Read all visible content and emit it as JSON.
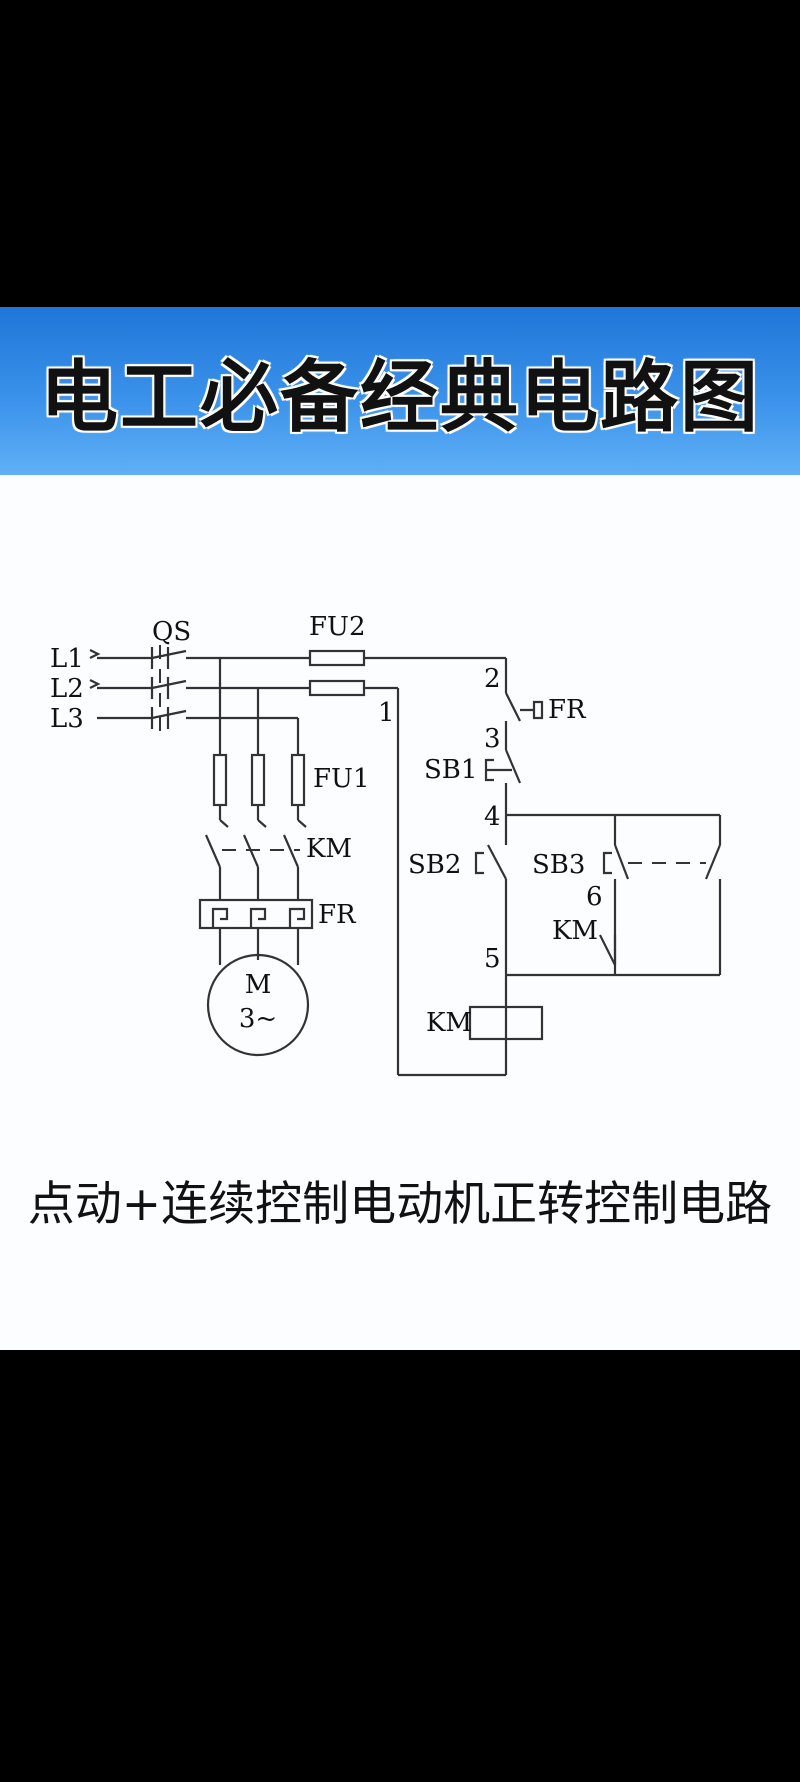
{
  "title": "电工必备经典电路图",
  "caption": "点动+连续控制电动机正转控制电路",
  "diagram": {
    "labels": {
      "L1": "L1",
      "L2": "L2",
      "L3": "L3",
      "QS": "QS",
      "FU2": "FU2",
      "FU1": "FU1",
      "KM_main": "KM",
      "FR_main": "FR",
      "motor_M": "M",
      "motor_phase": "3~",
      "node1": "1",
      "node2": "2",
      "node3": "3",
      "node4": "4",
      "node5": "5",
      "node6": "6",
      "FR_contact": "FR",
      "SB1": "SB1",
      "SB2": "SB2",
      "SB3": "SB3",
      "KM_aux": "KM",
      "KM_coil": "KM"
    }
  },
  "colors": {
    "banner": "#2a83e2",
    "panel": "#fbfdff",
    "ink": "#333333"
  }
}
